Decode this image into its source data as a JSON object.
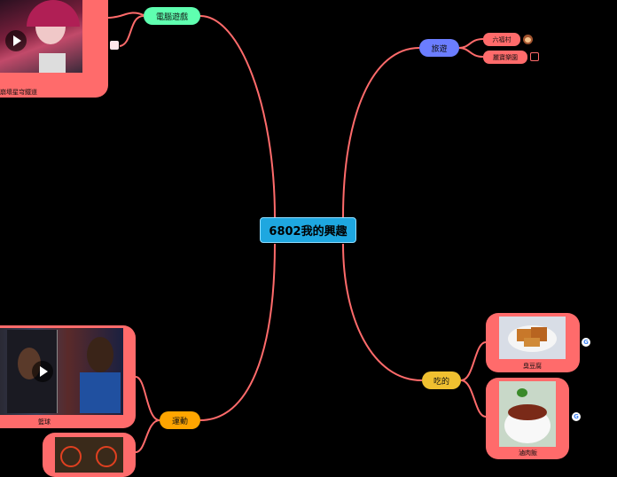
{
  "central": {
    "label": "6802我的興趣"
  },
  "branches": {
    "games": {
      "label": "電腦遊戲",
      "color": "#5fffb0",
      "caption": "崩壞星穹鐵道"
    },
    "travel": {
      "label": "旅遊",
      "color": "#6b7dff",
      "items": [
        {
          "label": "六福村"
        },
        {
          "label": "麗寶樂園"
        }
      ]
    },
    "sports": {
      "label": "運動",
      "color": "#ffa500",
      "caption": "籃球"
    },
    "food": {
      "label": "吃的",
      "color": "#f0c030",
      "items": [
        {
          "label": "臭豆腐"
        },
        {
          "label": "滷肉飯"
        }
      ]
    }
  },
  "colors": {
    "connector": "#ff6b6b",
    "card": "#ff6b6b"
  },
  "icons": [
    "play-icon",
    "google-icon",
    "monkey-icon",
    "link-icon",
    "emoji-icon"
  ]
}
